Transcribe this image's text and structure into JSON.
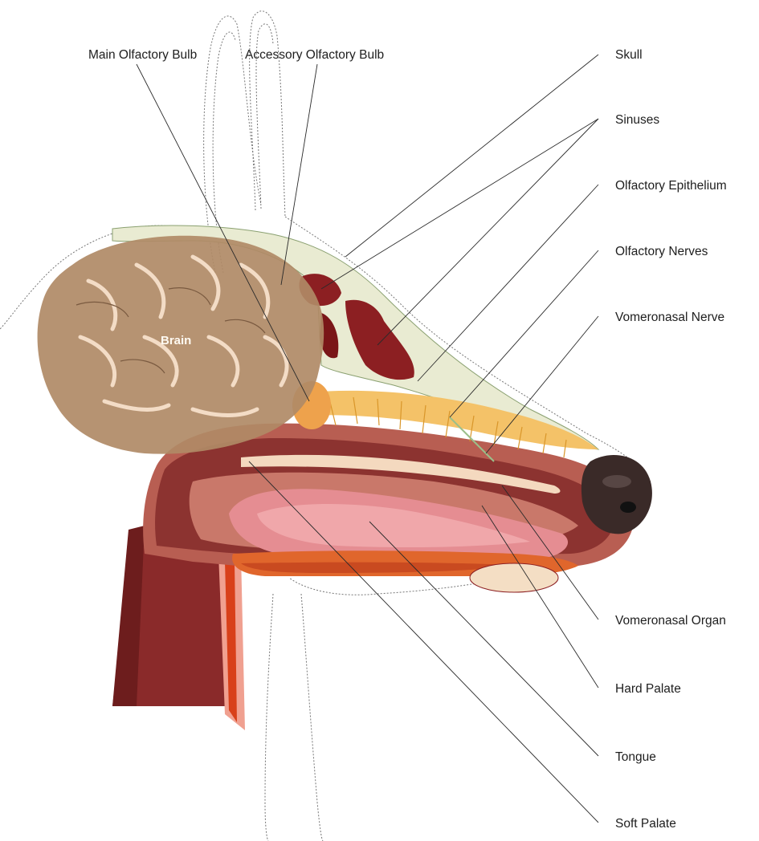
{
  "labels": {
    "main_olfactory_bulb": "Main Olfactory Bulb",
    "accessory_olfactory_bulb": "Accessory Olfactory Bulb",
    "skull": "Skull",
    "sinuses": "Sinuses",
    "olfactory_epithelium": "Olfactory Epithelium",
    "olfactory_nerves": "Olfactory Nerves",
    "vomeronasal_nerve": "Vomeronasal Nerve",
    "brain": "Brain",
    "vomeronasal_organ": "Vomeronasal Organ",
    "hard_palate": "Hard Palate",
    "tongue": "Tongue",
    "soft_palate": "Soft Palate"
  },
  "colors": {
    "brain": "#b08a66",
    "brain_fold": "#f3dcc6",
    "skull": "#e9ebd2",
    "sinus": "#8c1f22",
    "flesh_dark": "#7a2a26",
    "flesh_mid": "#b05a4e",
    "flesh_light": "#d98a78",
    "tongue": "#e58d92",
    "nerve": "#e9a93a",
    "nose": "#3a2a28"
  }
}
